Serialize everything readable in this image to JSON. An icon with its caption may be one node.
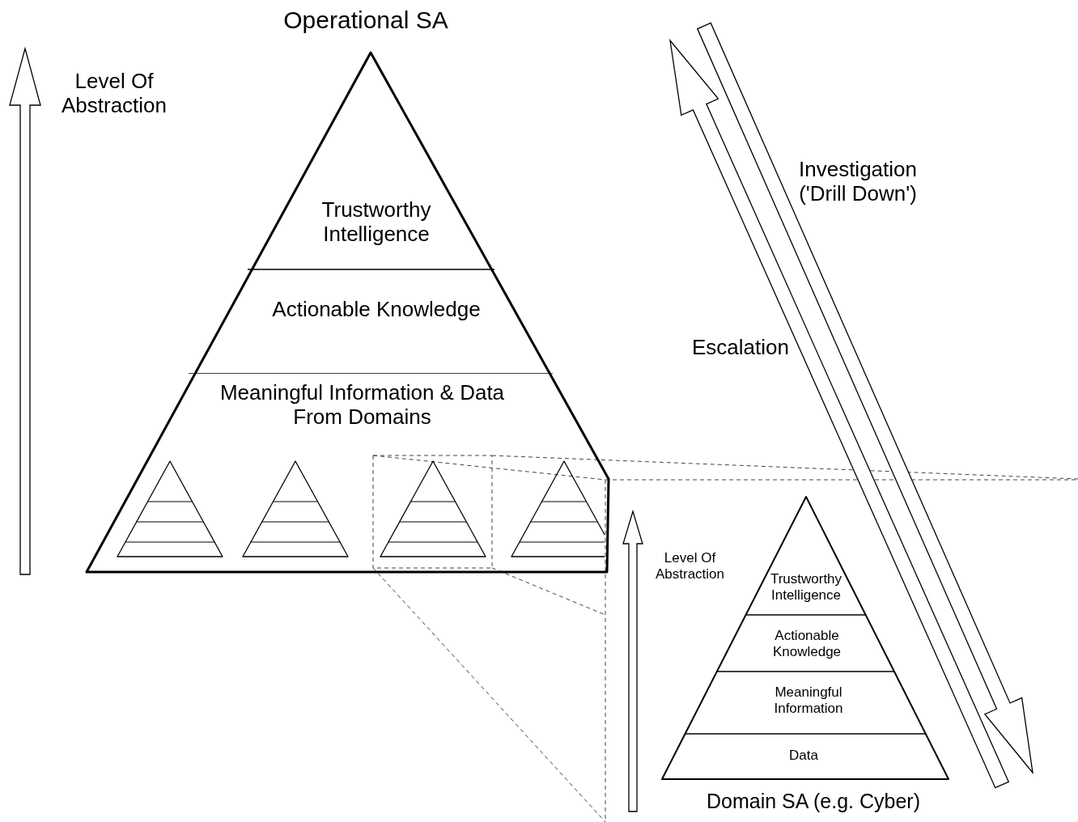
{
  "diagram": {
    "nodes": [
      {
        "text": [
          "Operational SA"
        ]
      },
      {
        "text": [
          "Trustworthy Intelligence"
        ],
        "in": 0
      },
      {
        "text": [
          "Actionable Knowledge"
        ],
        "in": 0
      },
      {
        "text": [
          "Meaningful Information & Data From Domains"
        ],
        "in": 0
      },
      {
        "text": [],
        "shape": "triangle",
        "in": 3
      },
      {
        "text": [],
        "shape": "triangle",
        "in": 3
      },
      {
        "text": [],
        "shape": "triangle",
        "in": 3
      },
      {
        "text": [],
        "shape": "triangle",
        "in": 3
      },
      {
        "text": [
          "Domain SA (e.g. Cyber)"
        ]
      },
      {
        "text": [
          "Trustworthy Intelligence"
        ],
        "in": 8
      },
      {
        "text": [
          "Actionable Knowledge"
        ],
        "in": 8
      },
      {
        "text": [
          "Meaningful Information"
        ],
        "in": 8
      },
      {
        "text": [
          "Data"
        ],
        "in": 8
      }
    ],
    "edges": [],
    "labels": [
      "Level Of Abstraction",
      "Investigation ('Drill Down')",
      "Escalation",
      "Level Of Abstraction"
    ]
  }
}
